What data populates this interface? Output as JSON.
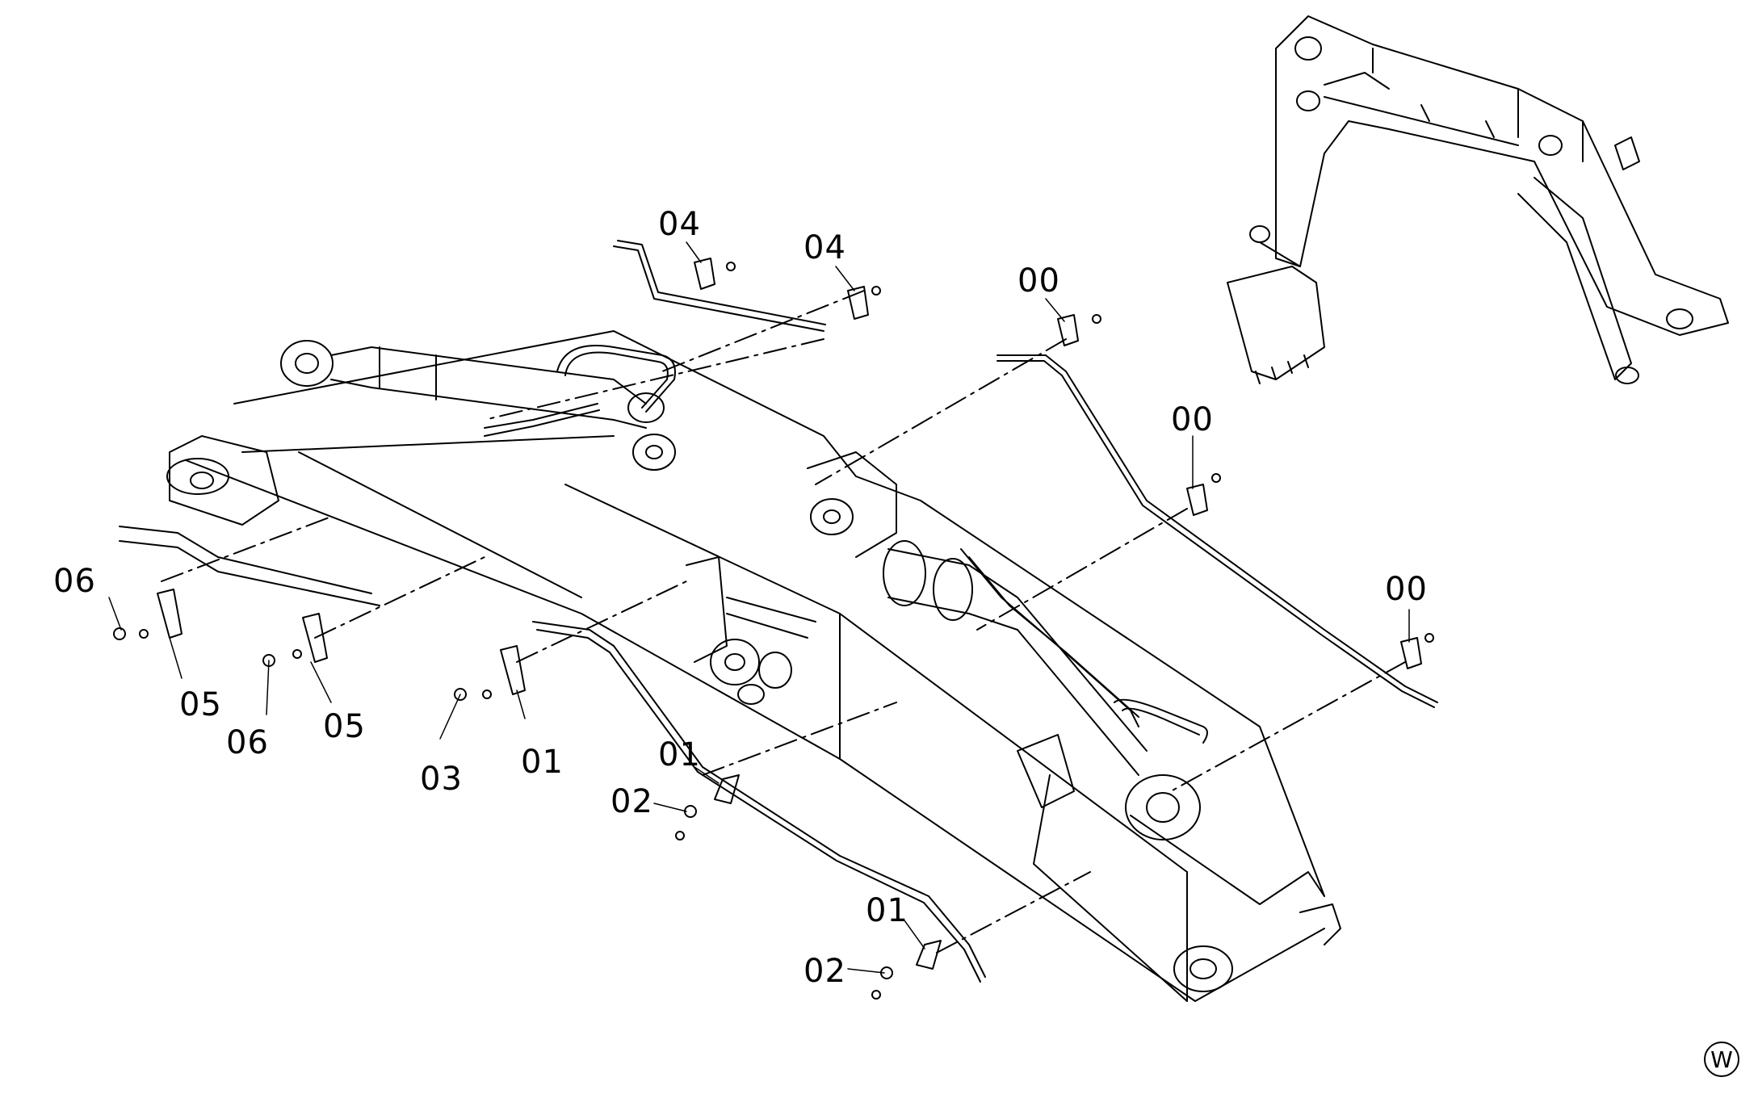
{
  "diagram": {
    "labels": [
      {
        "id": "lbl-04-a",
        "text": "04"
      },
      {
        "id": "lbl-04-b",
        "text": "04"
      },
      {
        "id": "lbl-00-a",
        "text": "00"
      },
      {
        "id": "lbl-00-b",
        "text": "00"
      },
      {
        "id": "lbl-00-c",
        "text": "00"
      },
      {
        "id": "lbl-06-a",
        "text": "06"
      },
      {
        "id": "lbl-05-a",
        "text": "05"
      },
      {
        "id": "lbl-06-b",
        "text": "06"
      },
      {
        "id": "lbl-05-b",
        "text": "05"
      },
      {
        "id": "lbl-03",
        "text": "03"
      },
      {
        "id": "lbl-01-a",
        "text": "01"
      },
      {
        "id": "lbl-01-b",
        "text": "01"
      },
      {
        "id": "lbl-02-a",
        "text": "02"
      },
      {
        "id": "lbl-01-c",
        "text": "01"
      },
      {
        "id": "lbl-02-b",
        "text": "02"
      }
    ],
    "corner_mark": "W"
  }
}
